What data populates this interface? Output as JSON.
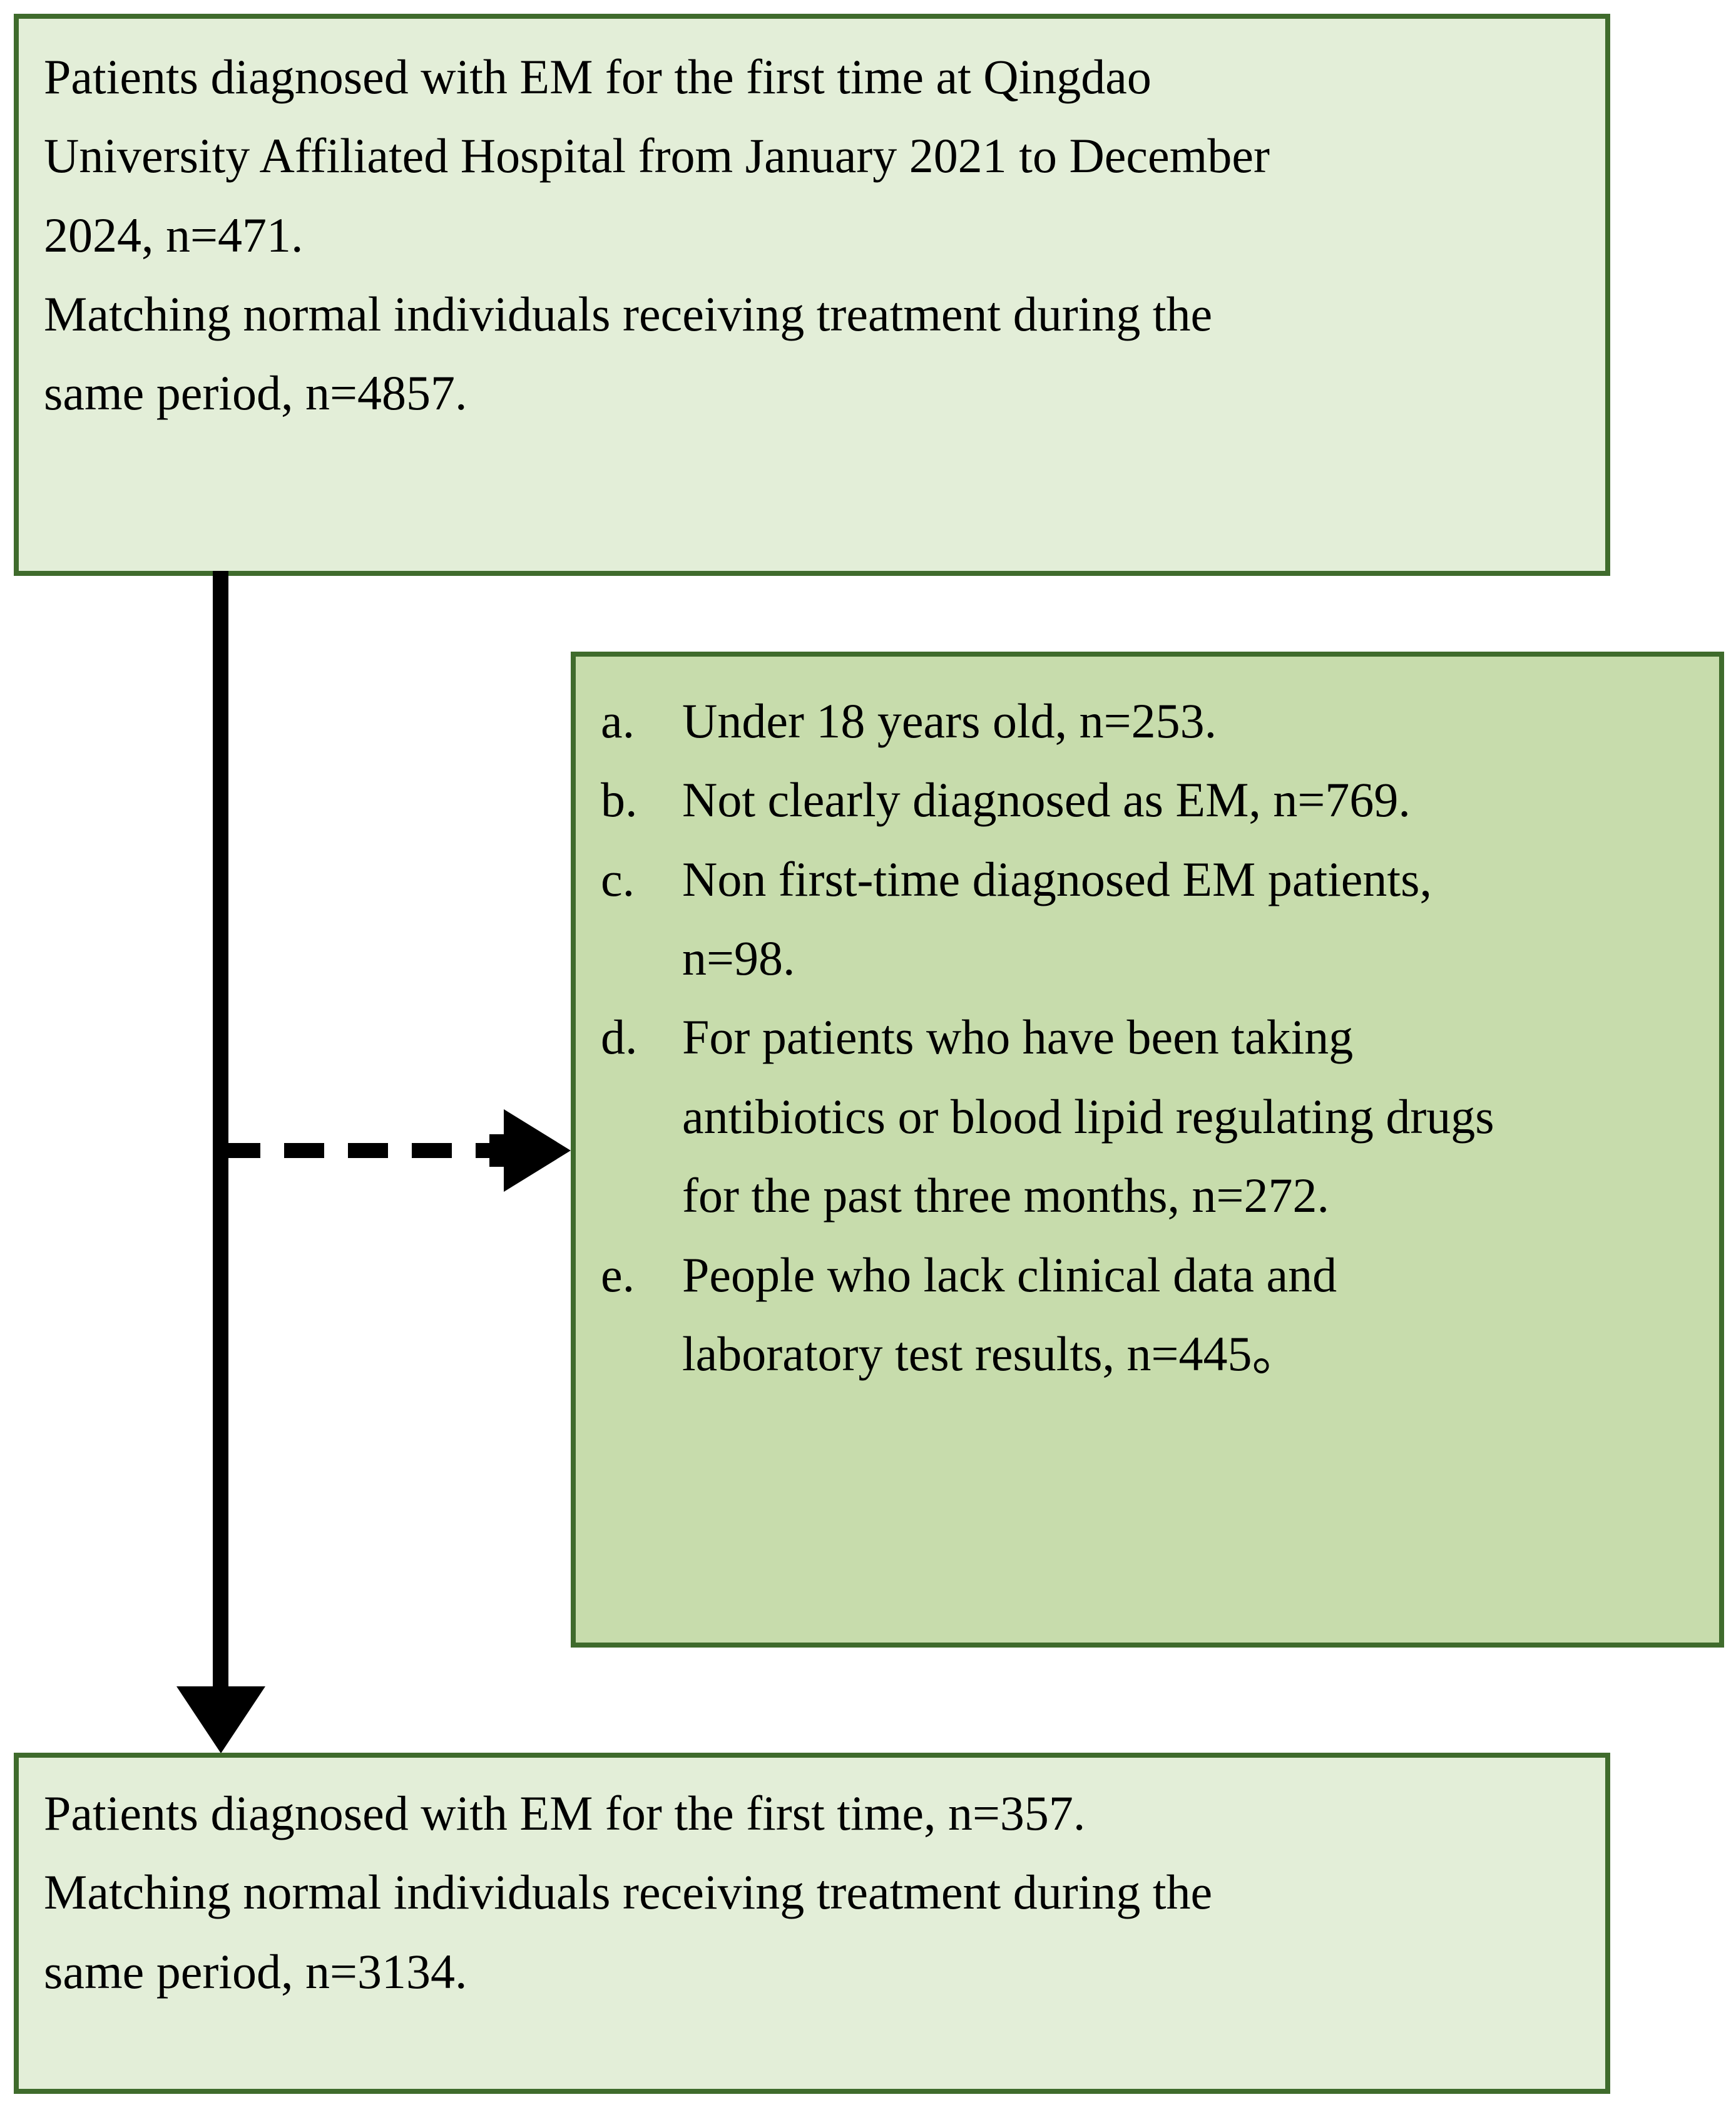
{
  "figure": {
    "type": "flowchart",
    "orientation": "vertical",
    "colors": {
      "box_border": "#3f6b2c",
      "box_fill_light": "#e3eed8",
      "box_fill_medium": "#c7dcac",
      "connector": "#000000",
      "text": "#000000"
    }
  },
  "enrollment_box": {
    "lines": [
      "Patients diagnosed with EM for the first time at Qingdao",
      "University Affiliated Hospital from January 2021 to December",
      "2024, n=471.",
      "Matching normal individuals receiving treatment during the",
      "same period, n=4857."
    ],
    "counts": {
      "em_patients": 471,
      "matched_controls": 4857
    }
  },
  "exclusion_box": {
    "items": [
      {
        "marker": "a.",
        "lines": [
          "Under 18 years old, n=253."
        ],
        "n": 253
      },
      {
        "marker": "b.",
        "lines": [
          "Not clearly diagnosed as EM, n=769."
        ],
        "n": 769
      },
      {
        "marker": "c.",
        "lines": [
          "Non first-time diagnosed EM patients,",
          "n=98."
        ],
        "n": 98
      },
      {
        "marker": "d.",
        "lines": [
          "For patients who have been taking",
          "antibiotics or blood lipid regulating drugs",
          "for the past three months, n=272."
        ],
        "n": 272
      },
      {
        "marker": "e.",
        "lines": [
          "People who lack clinical data and",
          "laboratory test results, n=445。"
        ],
        "n": 445
      }
    ]
  },
  "final_box": {
    "lines": [
      "Patients diagnosed with EM for the first time, n=357.",
      "Matching normal individuals receiving treatment during the",
      "same period, n=3134."
    ],
    "counts": {
      "em_patients": 357,
      "matched_controls": 3134
    }
  },
  "connectors": {
    "main_flow": "solid-down-arrow",
    "exclusion_branch": "dashed-right-arrow"
  }
}
